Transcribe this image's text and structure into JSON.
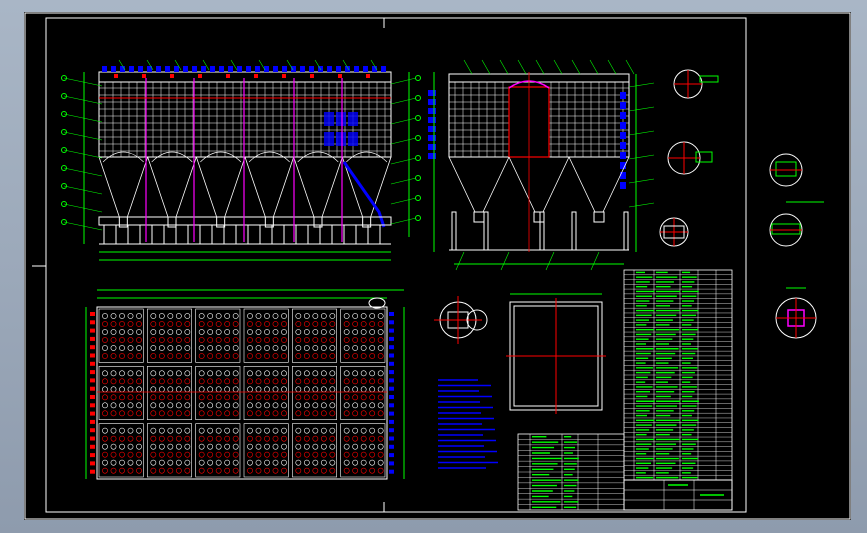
{
  "colors": {
    "background": "#000000",
    "border": "#ffffff",
    "structure": "#ffffff",
    "dimension": "#00ff00",
    "callout": "#00ff00",
    "filter_bags": "#0000ff",
    "centerline": "#ff0000",
    "accent": "#ff00ff",
    "table_text": "#00ff00"
  },
  "icons": [
    "view-detail-circle",
    "section-marker",
    "filter-bag-grid"
  ]
}
